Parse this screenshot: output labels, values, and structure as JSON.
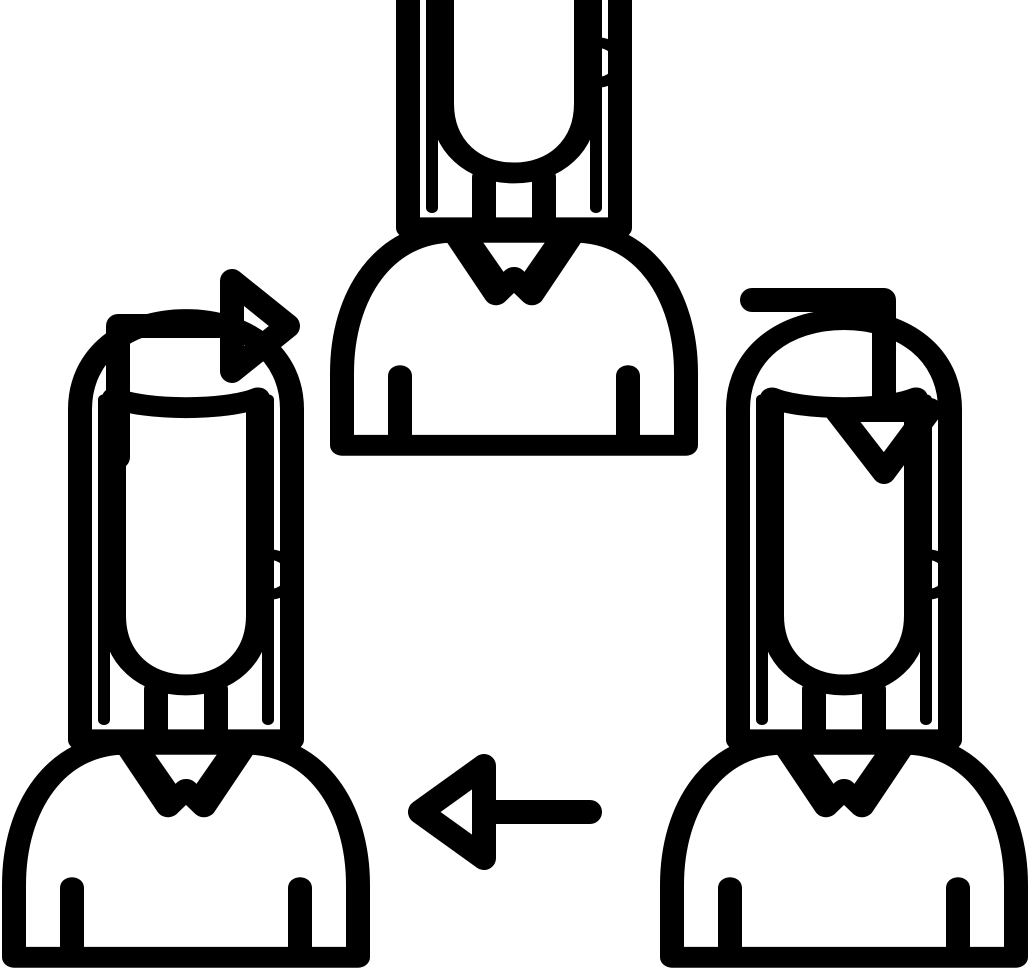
{
  "icon": {
    "name": "team-rotation-icon",
    "stroke_color": "#000000",
    "background_color": "#ffffff",
    "people": [
      {
        "name": "person-top"
      },
      {
        "name": "person-bottom-left"
      },
      {
        "name": "person-bottom-right"
      }
    ],
    "arrows": [
      {
        "name": "arrow-left-to-top",
        "direction": "right"
      },
      {
        "name": "arrow-top-to-right",
        "direction": "down"
      },
      {
        "name": "arrow-right-to-left",
        "direction": "left"
      }
    ]
  }
}
